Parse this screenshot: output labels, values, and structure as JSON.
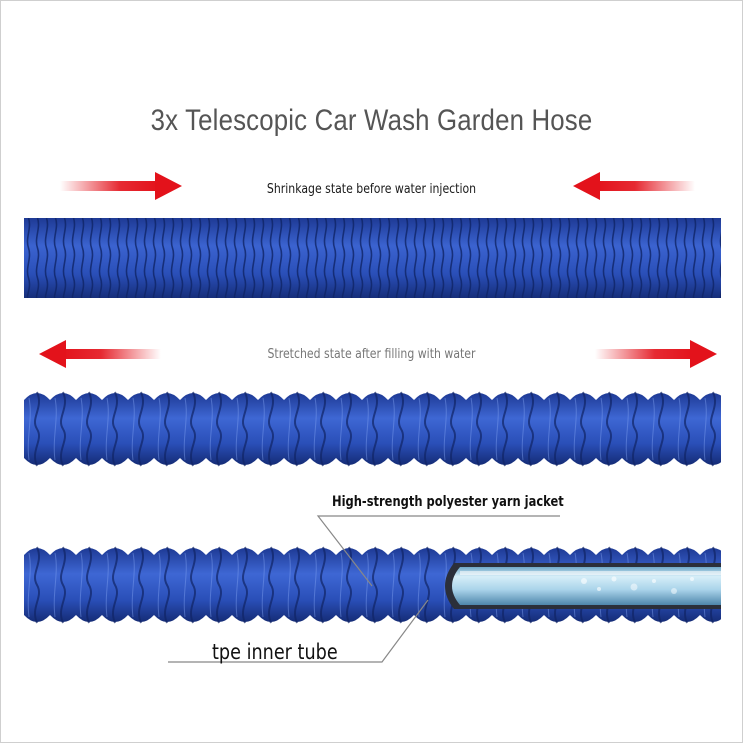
{
  "title": "3x Telescopic Car Wash Garden Hose",
  "captions": {
    "shrinkage": "Shrinkage state before water injection",
    "stretched": "Stretched state after filling with water"
  },
  "labels": {
    "jacket": "High-strength polyester yarn jacket",
    "inner_tube": "tpe inner tube"
  },
  "colors": {
    "hose_blue": "#2a4fb8",
    "hose_dark": "#14307e",
    "arrow_red": "#e3121b",
    "title_gray": "#555555",
    "tube_light": "#bfe3f2"
  },
  "icons": [
    "arrow-right-icon",
    "arrow-left-icon"
  ]
}
